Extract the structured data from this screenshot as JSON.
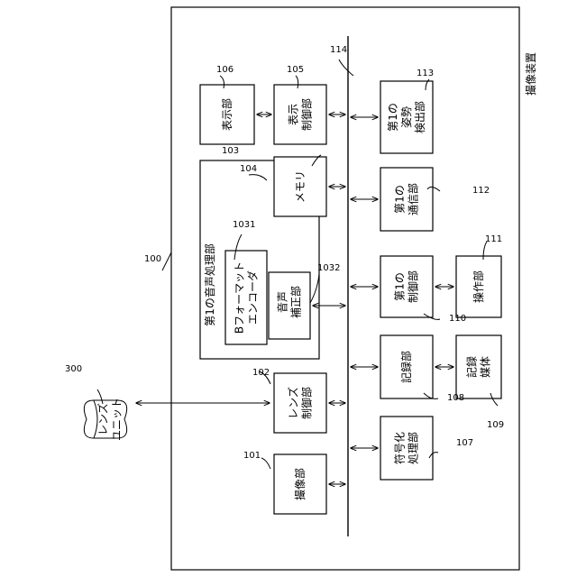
{
  "device": {
    "title": "撮像装置",
    "ref": "100",
    "bus_ref": "114"
  },
  "blocks": {
    "b106": {
      "label": "表示部",
      "ref": "106"
    },
    "b105": {
      "label": "表示\n制御部",
      "ref": "105"
    },
    "b104": {
      "label": "メモリ",
      "ref": "104"
    },
    "b103": {
      "label": "第1の音声処理部",
      "ref": "103"
    },
    "b1031": {
      "label": "Bフォーマット\nエンコーダ",
      "ref": "1031"
    },
    "b1032": {
      "label": "音声\n補正部",
      "ref": "1032"
    },
    "b102": {
      "label": "レンズ\n制御部",
      "ref": "102"
    },
    "b101": {
      "label": "撮像部",
      "ref": "101"
    },
    "b113": {
      "label": "第1の\n姿勢\n検出部",
      "ref": "113"
    },
    "b112": {
      "label": "第1の\n通信部",
      "ref": "112"
    },
    "b110": {
      "label": "第1の\n制御部",
      "ref": "110"
    },
    "b111": {
      "label": "操作部",
      "ref": "111"
    },
    "b108": {
      "label": "記録部",
      "ref": "108"
    },
    "b109": {
      "label": "記録\n媒体",
      "ref": "109"
    },
    "b107": {
      "label": "符号化\n処理部",
      "ref": "107"
    }
  },
  "lens_unit": {
    "label": "レンズ\nユニット",
    "ref": "300"
  }
}
